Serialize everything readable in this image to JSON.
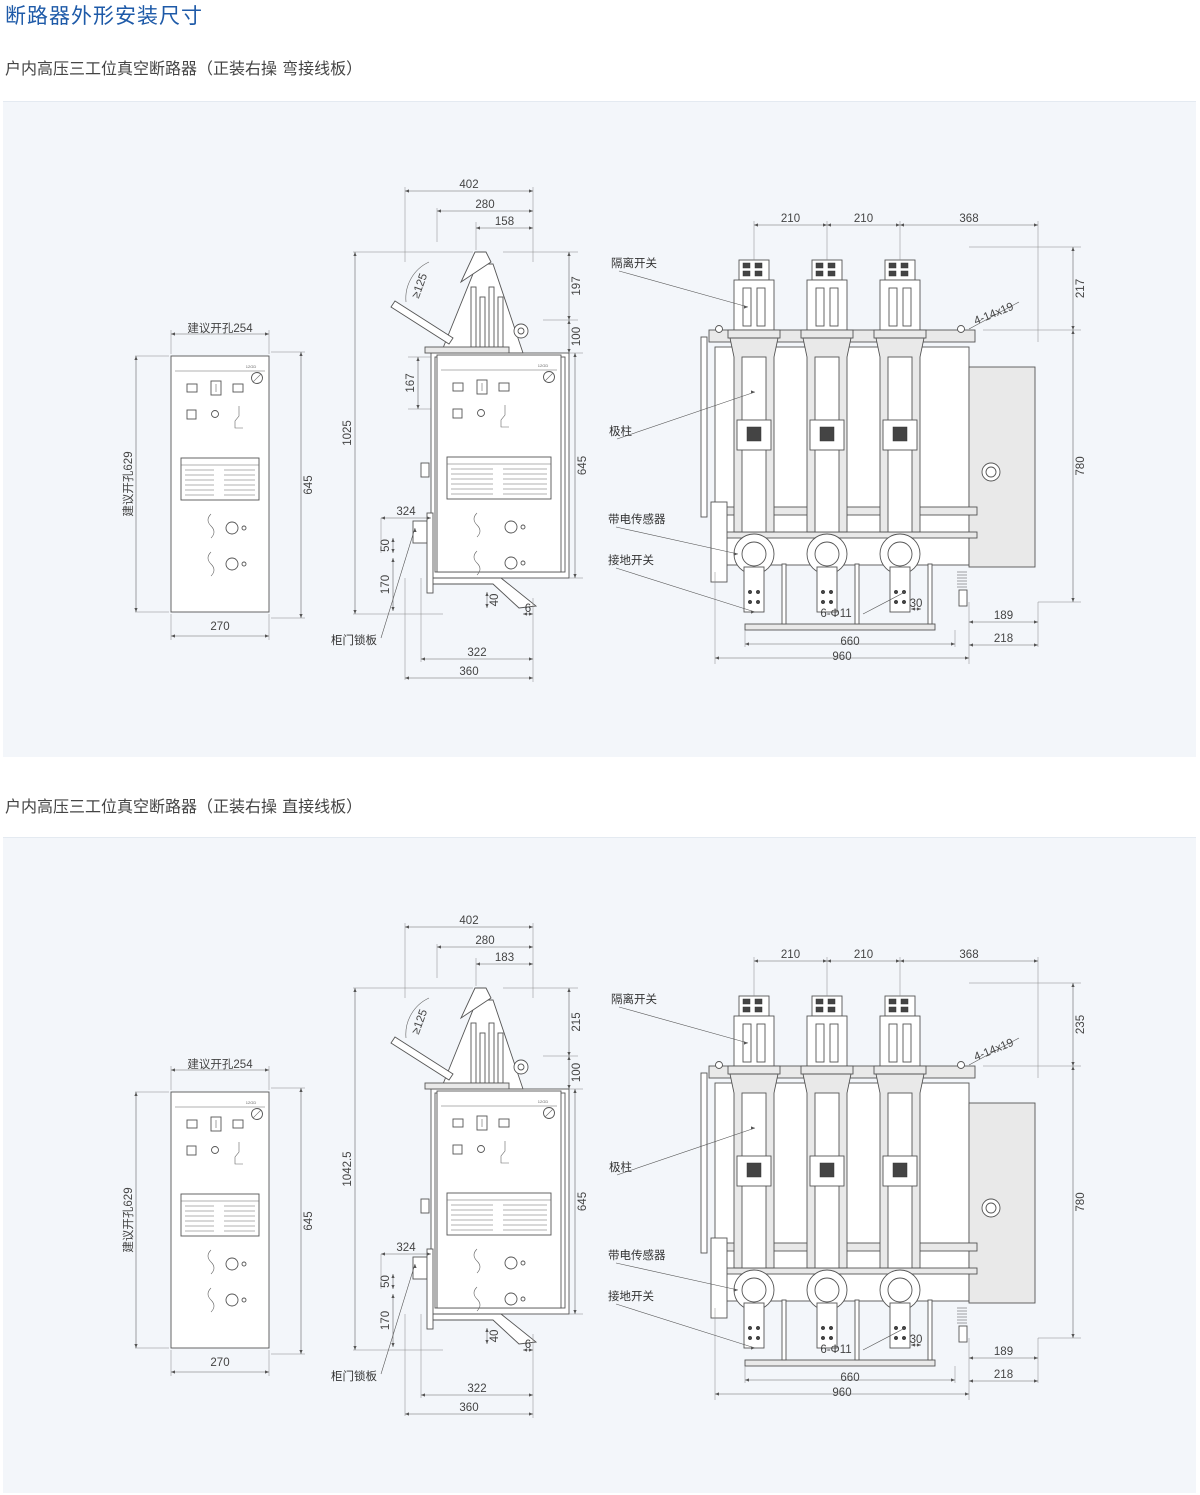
{
  "page_title": "断路器外形安装尺寸",
  "sections": [
    {
      "title": "户内高压三工位真空断路器（正装右操 弯接线板）",
      "panel_label": "建议开孔254",
      "panel_side_label": "建议开孔629",
      "panel_height": "645",
      "panel_width": "270",
      "panel_tag": "12GD",
      "side_dims": {
        "d402": "402",
        "d280": "280",
        "d_top": "158",
        "d_angle": "≥125",
        "d_right_top": "197",
        "d100": "100",
        "d167": "167",
        "d1025": "1025",
        "d645": "645",
        "d324": "324",
        "d50": "50",
        "d170": "170",
        "d40": "40",
        "d6": "6",
        "d322": "322",
        "d360": "360"
      },
      "side_label": "柜门锁板",
      "front_dims": {
        "d210a": "210",
        "d210b": "210",
        "d368": "368",
        "d_right_top": "217",
        "d780": "780",
        "d189": "189",
        "d218": "218",
        "d660": "660",
        "d960": "960",
        "holes": "4-14x19",
        "bottom_holes": "6-Φ11",
        "d30": "30"
      },
      "front_labels": [
        "隔离开关",
        "极柱",
        "带电传感器",
        "接地开关"
      ]
    },
    {
      "title": "户内高压三工位真空断路器（正装右操 直接线板）",
      "panel_label": "建议开孔254",
      "panel_side_label": "建议开孔629",
      "panel_height": "645",
      "panel_width": "270",
      "panel_tag": "12GD",
      "side_dims": {
        "d402": "402",
        "d280": "280",
        "d_top": "183",
        "d_angle": "≥125",
        "d_right_top": "215",
        "d100": "100",
        "d167": "",
        "d1025": "1042.5",
        "d645": "645",
        "d324": "324",
        "d50": "50",
        "d170": "170",
        "d40": "40",
        "d6": "6",
        "d322": "322",
        "d360": "360"
      },
      "side_label": "柜门锁板",
      "front_dims": {
        "d210a": "210",
        "d210b": "210",
        "d368": "368",
        "d_right_top": "235",
        "d780": "780",
        "d189": "189",
        "d218": "218",
        "d660": "660",
        "d960": "960",
        "holes": "4-14x19",
        "bottom_holes": "6-Φ11",
        "d30": "30"
      },
      "front_labels": [
        "隔离开关",
        "极柱",
        "带电传感器",
        "接地开关"
      ]
    }
  ]
}
